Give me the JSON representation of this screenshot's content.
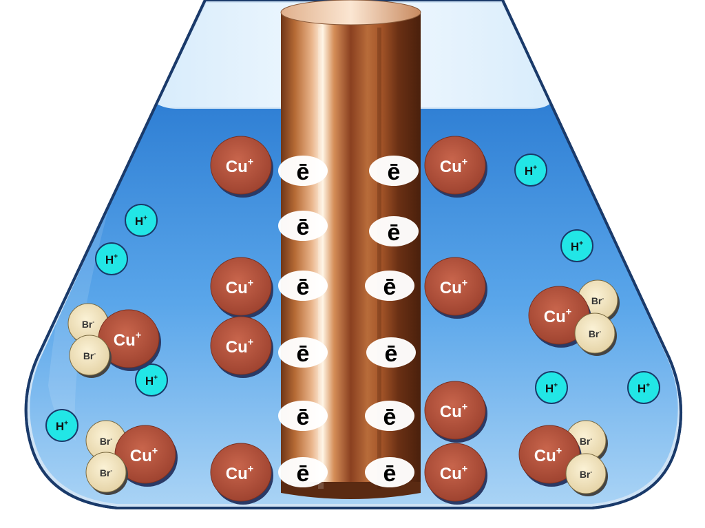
{
  "labels": {
    "copper_ion": "Cu+",
    "bromide_ion": "Br-",
    "hydrogen_ion": "H+",
    "electron": "ē"
  },
  "colors": {
    "copper_ion": "#b8553f",
    "bromide_ion": "#efe1b8",
    "hydrogen_ion": "#22e6e6",
    "solution": "#4a9ee4",
    "rod": "#8a4a22"
  }
}
